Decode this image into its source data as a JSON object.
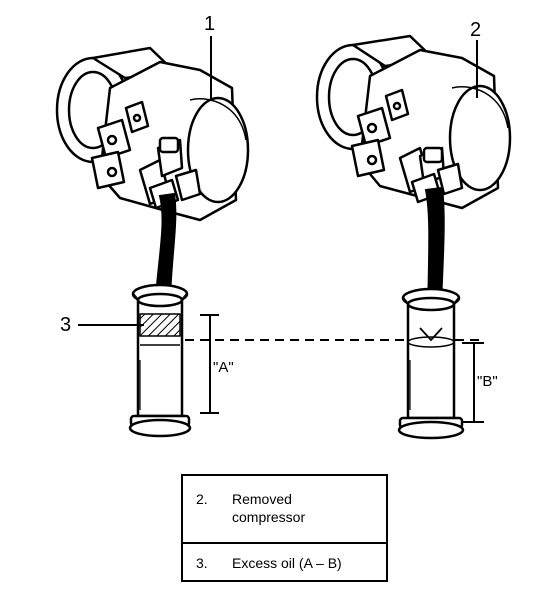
{
  "callouts": {
    "item_1": "1",
    "item_2": "2",
    "item_3": "3"
  },
  "dimensions": {
    "a": "\"A\"",
    "b": "\"B\""
  },
  "legend": {
    "rows": [
      {
        "number": "2.",
        "text": "Removed compressor",
        "text_line1": "Removed",
        "text_line2": "compressor"
      },
      {
        "number": "3.",
        "text": "Excess oil (A – B)"
      }
    ]
  }
}
